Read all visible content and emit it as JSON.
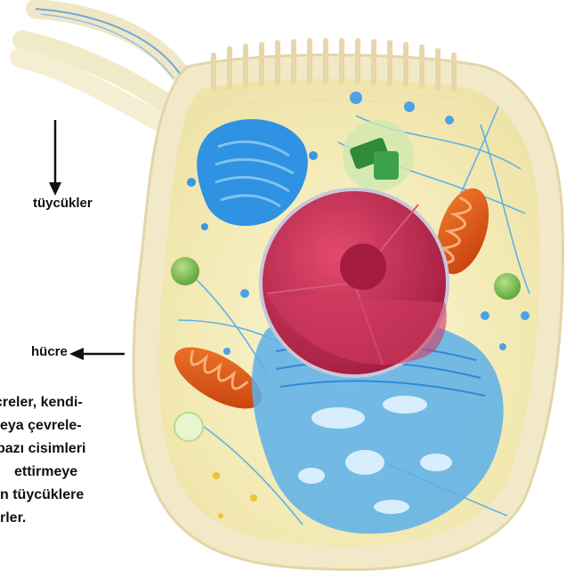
{
  "labels": {
    "cilia": "tüycükler",
    "cell": "hücre"
  },
  "caption_lines": [
    "creler, kendi-",
    "eya çevrele-",
    "bazı cisimleri",
    "ettirmeye",
    "n tüycüklere",
    "rler."
  ],
  "colors": {
    "cytoplasm": "#f6efb4",
    "membrane": "#f1e8c8",
    "nucleus": "#c2284f",
    "nucleolus": "#9a1b3a",
    "golgi": "#2d8fe0",
    "er": "#4aa3e6",
    "mitochondrion": "#e0561a",
    "chloroplast_like": "#4caf50",
    "lysosome": "#7cc242"
  }
}
